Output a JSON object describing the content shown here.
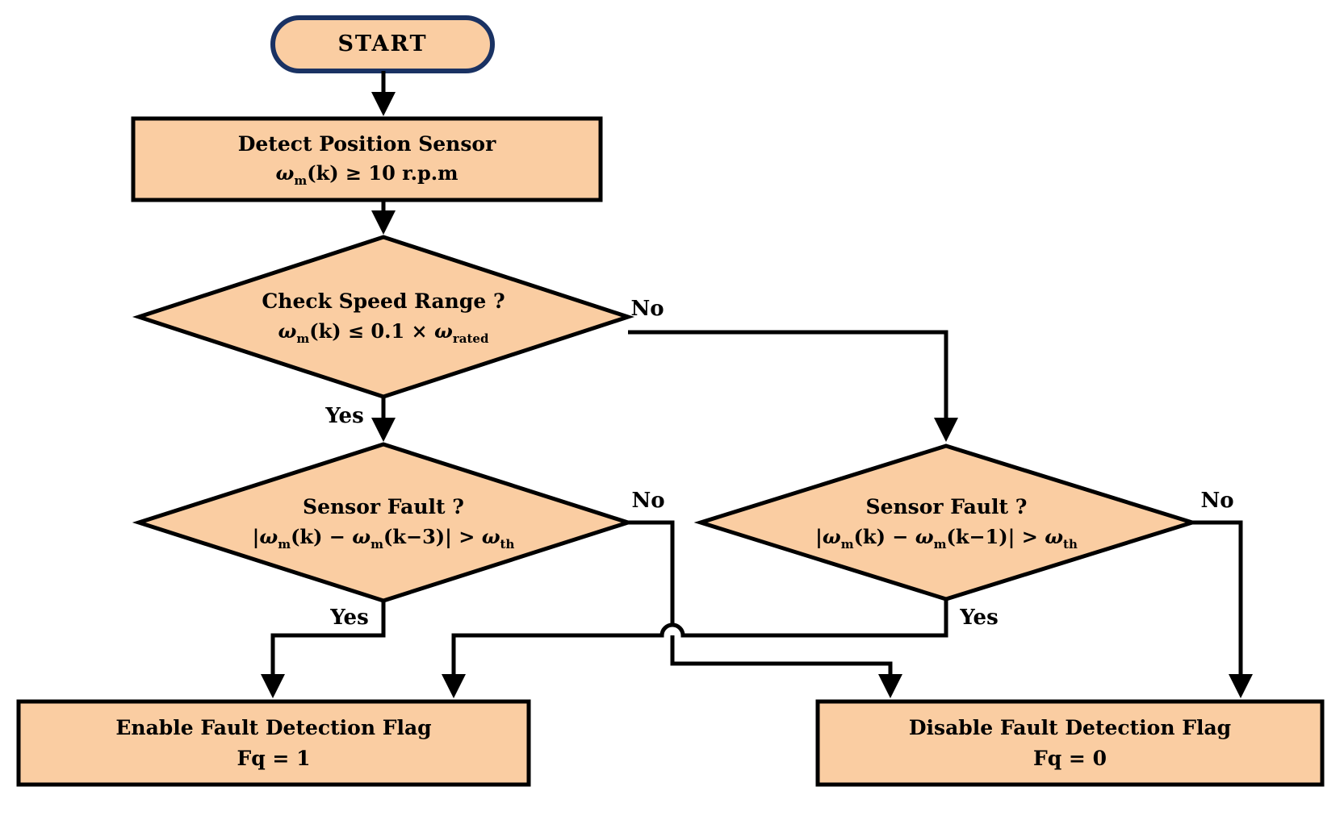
{
  "colors": {
    "background": "#ffffff",
    "node_fill": "#facda2",
    "node_border": "#000000",
    "start_border": "#1a3263",
    "text": "#000000"
  },
  "nodes": {
    "start": {
      "label": "START"
    },
    "detect": {
      "title": "Detect Position Sensor",
      "formula": [
        "ω",
        "m",
        "(k) ≥ 10 r.p.m"
      ]
    },
    "check_speed": {
      "title": "Check Speed Range ?",
      "formula": [
        "ω",
        "m",
        "(k) ≤ 0.1 × ",
        "ω",
        "rated"
      ]
    },
    "fault_left": {
      "title": "Sensor Fault ?",
      "formula": [
        "|",
        "ω",
        "m",
        "(k) − ",
        "ω",
        "m",
        "(k−3)| > ",
        "ω",
        "th"
      ]
    },
    "fault_right": {
      "title": "Sensor Fault ?",
      "formula": [
        "|",
        "ω",
        "m",
        "(k) − ",
        "ω",
        "m",
        "(k−1)| > ",
        "ω",
        "th"
      ]
    },
    "enable": {
      "title": "Enable Fault Detection Flag",
      "line2": "Fq = 1"
    },
    "disable": {
      "title": "Disable Fault Detection Flag",
      "line2": "Fq = 0"
    }
  },
  "edge_labels": {
    "check_no": "No",
    "check_yes": "Yes",
    "fault_left_no": "No",
    "fault_left_yes": "Yes",
    "fault_right_no": "No",
    "fault_right_yes": "Yes"
  }
}
